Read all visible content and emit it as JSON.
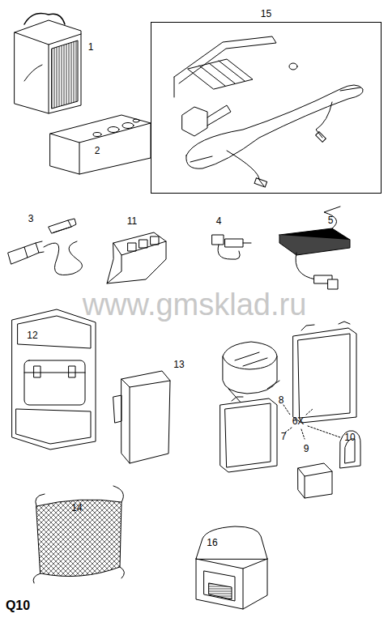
{
  "diagram": {
    "nodes": [
      {
        "text": [
          "15"
        ]
      }
    ],
    "labels": [
      "1",
      "2",
      "3",
      "11",
      "4",
      "5",
      "www.gmsklad.ru",
      "12",
      "13",
      "8",
      "6X",
      "7",
      "9",
      "10",
      "14",
      "16",
      "Q10"
    ]
  }
}
